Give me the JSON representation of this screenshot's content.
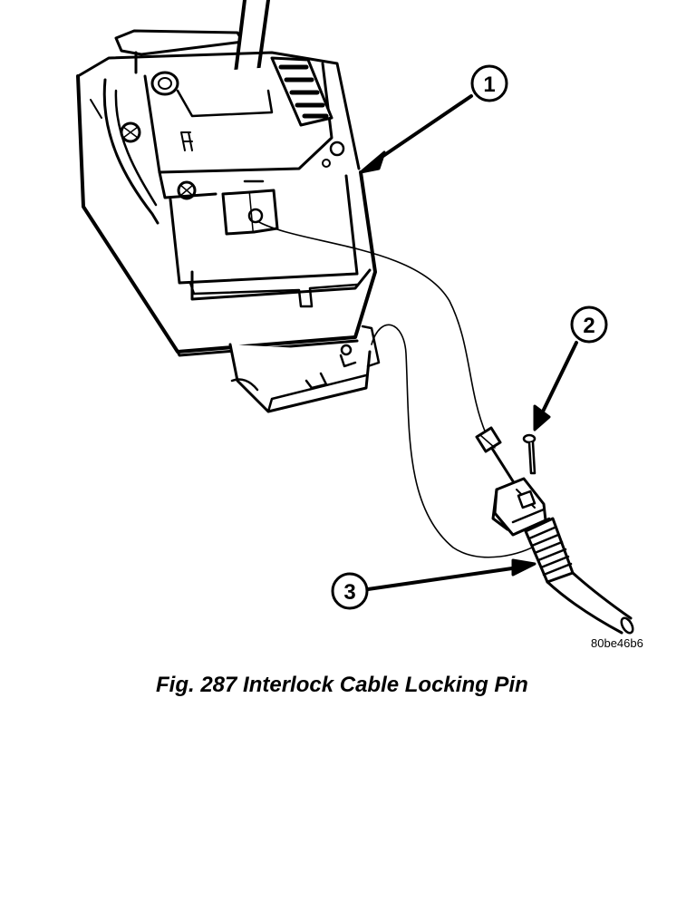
{
  "figure": {
    "caption": "Fig. 287 Interlock Cable Locking Pin",
    "reference_code": "80be46b6"
  },
  "callouts": [
    {
      "label": "1"
    },
    {
      "label": "2"
    },
    {
      "label": "3"
    }
  ],
  "colors": {
    "ink": "#000000",
    "paper": "#ffffff"
  }
}
